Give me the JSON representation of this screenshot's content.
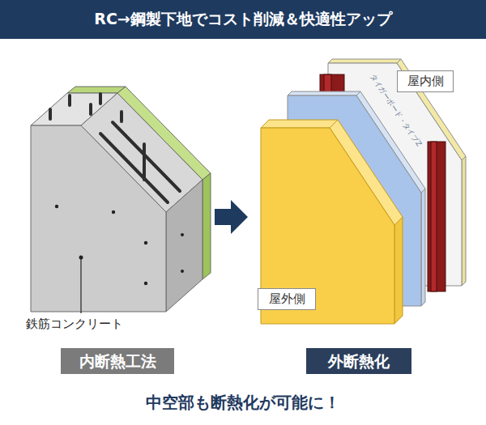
{
  "diagram": {
    "title": "RC→鋼製下地でコスト削減＆快適性アップ",
    "caption": "中空部も断熱化が可能に！",
    "nodes": [
      {
        "text": [
          "屋内側"
        ]
      },
      {
        "text": [
          "屋外側"
        ]
      },
      {
        "text": [
          "内断熱工法"
        ]
      },
      {
        "text": [
          "外断熱化"
        ]
      }
    ],
    "labels": [
      "鉄筋コンクリート",
      "タイガーボード・タイプZ"
    ]
  }
}
